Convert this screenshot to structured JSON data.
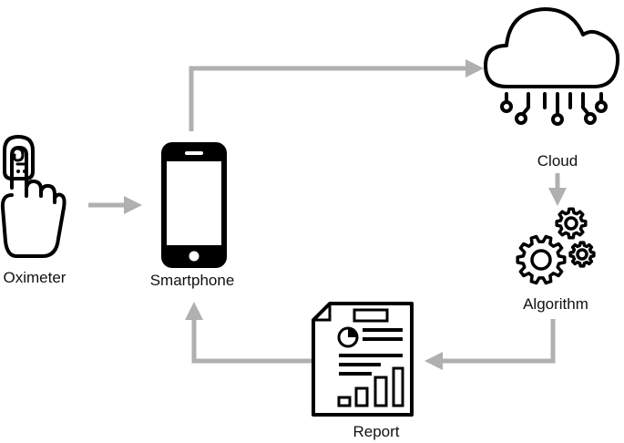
{
  "nodes": {
    "oximeter": {
      "label": "Oximeter"
    },
    "smartphone": {
      "label": "Smartphone"
    },
    "cloud": {
      "label": "Cloud"
    },
    "algorithm": {
      "label": "Algorithm"
    },
    "report": {
      "label": "Report"
    }
  },
  "icons": {
    "oximeter": "finger-oximeter-icon",
    "smartphone": "smartphone-icon",
    "cloud": "cloud-network-icon",
    "algorithm": "gears-icon",
    "report": "report-document-icon"
  },
  "colors": {
    "arrow": "#b0b0b0",
    "icon": "#000000",
    "text": "#111111"
  }
}
